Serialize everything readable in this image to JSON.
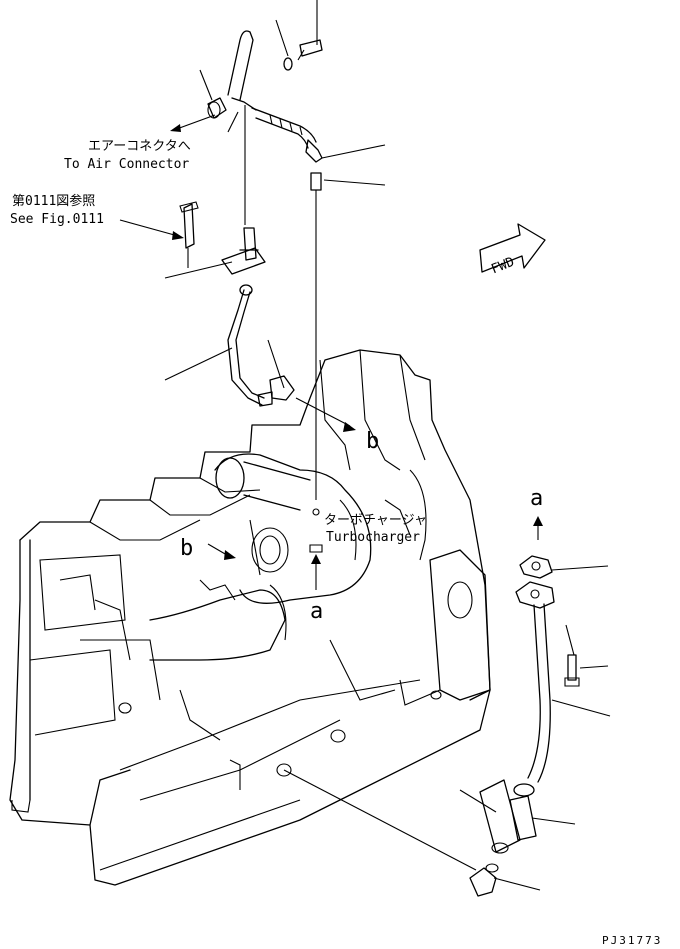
{
  "annotations": {
    "air_connector_jp": "エアーコネクタへ",
    "air_connector_en": "To Air Connector",
    "fig_ref_jp": "第0111図参照",
    "fig_ref_en": "See Fig.0111",
    "fwd_label": "FWD",
    "turbo_jp": "ターボチャージャ",
    "turbo_en": "Turbocharger",
    "marker_a_top": "a",
    "marker_a_bottom": "a",
    "marker_b_top": "b",
    "marker_b_left": "b"
  },
  "drawing_id": "PJ31773"
}
